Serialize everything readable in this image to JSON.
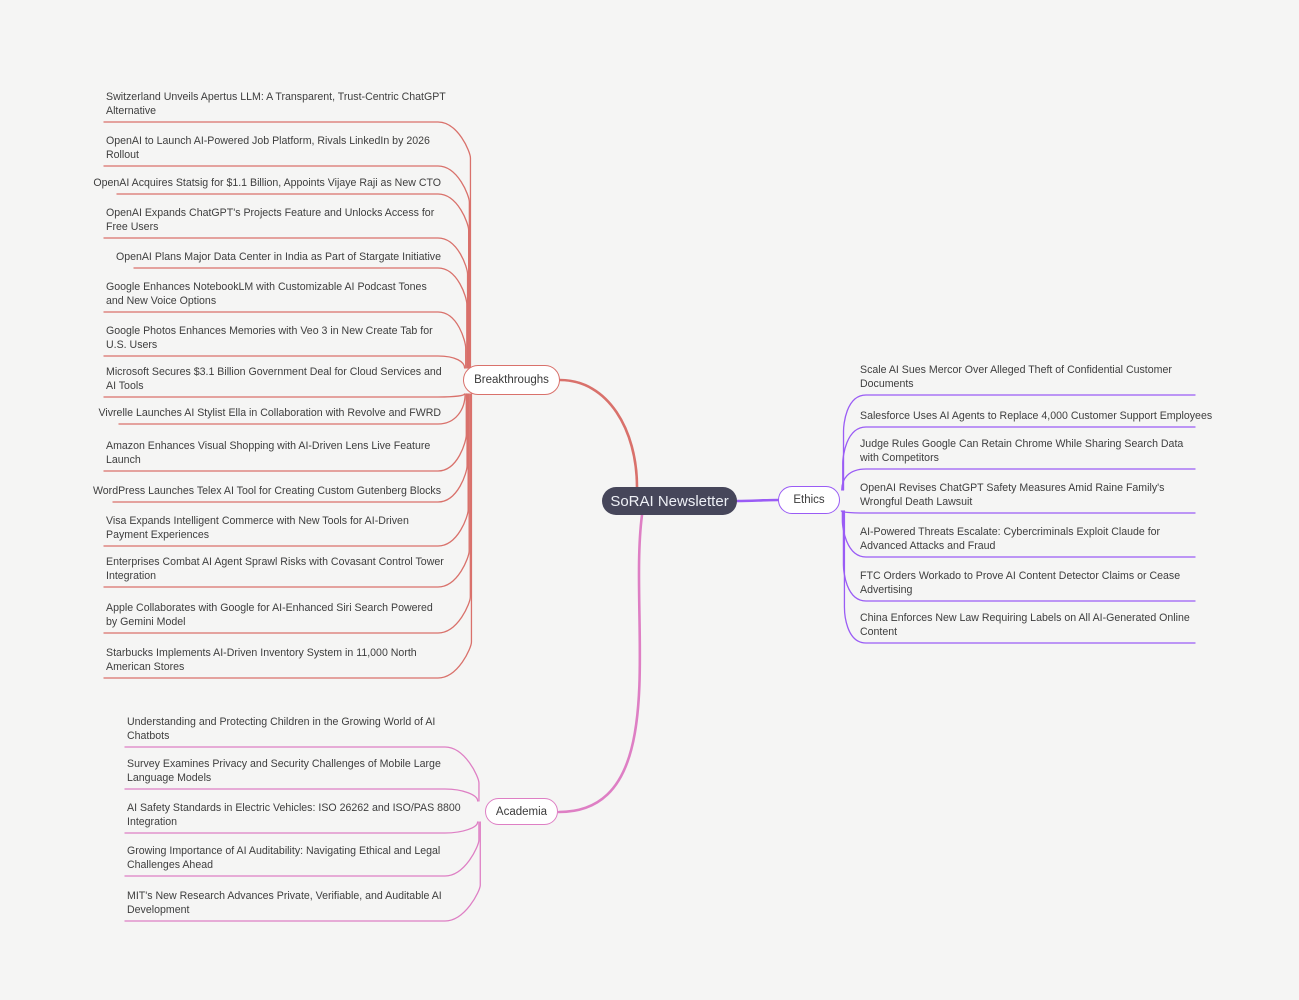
{
  "root": {
    "label": "SoRAI Newsletter"
  },
  "colors": {
    "background": "#f5f5f4",
    "root_fill": "#46465a",
    "root_text": "#eef0f6",
    "item_text": "#3e3e3e",
    "breakthroughs_accent": "#d9716b",
    "ethics_accent": "#9a5cf5",
    "academia_accent": "#de7fc4"
  },
  "branches": [
    {
      "label": "Breakthroughs",
      "color": "#d9716b",
      "side": "left",
      "items": [
        "Switzerland Unveils Apertus LLM: A Transparent, Trust-Centric ChatGPT Alternative",
        "OpenAI to Launch AI-Powered Job Platform, Rivals LinkedIn by 2026 Rollout",
        "OpenAI Acquires Statsig for $1.1 Billion, Appoints Vijaye Raji as New CTO",
        "OpenAI Expands ChatGPT's Projects Feature and Unlocks Access for Free Users",
        "OpenAI Plans Major Data Center in India as Part of Stargate Initiative",
        "Google Enhances NotebookLM with Customizable AI Podcast Tones and New Voice Options",
        "Google Photos Enhances Memories with Veo 3 in New Create Tab for U.S. Users",
        "Microsoft Secures $3.1 Billion Government Deal for Cloud Services and AI Tools",
        "Vivrelle Launches AI Stylist Ella in Collaboration with Revolve and FWRD",
        "Amazon Enhances Visual Shopping with AI-Driven Lens Live Feature Launch",
        "WordPress Launches Telex AI Tool for Creating Custom Gutenberg Blocks",
        "Visa Expands Intelligent Commerce with New Tools for AI-Driven Payment Experiences",
        "Enterprises Combat AI Agent Sprawl Risks with Covasant Control Tower Integration",
        "Apple Collaborates with Google for AI-Enhanced Siri Search Powered by Gemini Model",
        "Starbucks Implements AI-Driven Inventory System in 11,000 North American Stores"
      ]
    },
    {
      "label": "Ethics",
      "color": "#9a5cf5",
      "side": "right",
      "items": [
        "Scale AI Sues Mercor Over Alleged Theft of Confidential Customer Documents",
        "Salesforce Uses AI Agents to Replace 4,000 Customer Support Employees",
        "Judge Rules Google Can Retain Chrome While Sharing Search Data with Competitors",
        "OpenAI Revises ChatGPT Safety Measures Amid Raine Family's Wrongful Death Lawsuit",
        "AI-Powered Threats Escalate: Cybercriminals Exploit Claude for Advanced Attacks and Fraud",
        "FTC Orders Workado to Prove AI Content Detector Claims or Cease Advertising",
        "China Enforces New Law Requiring Labels on All AI-Generated Online Content"
      ]
    },
    {
      "label": "Academia",
      "color": "#de7fc4",
      "side": "left",
      "items": [
        "Understanding and Protecting Children in the Growing World of AI Chatbots",
        "Survey Examines Privacy and Security Challenges of Mobile Large Language Models",
        "AI Safety Standards in Electric Vehicles: ISO 26262 and ISO/PAS 8800 Integration",
        "Growing Importance of AI Auditability: Navigating Ethical and Legal Challenges Ahead",
        "MIT's New Research Advances Private, Verifiable, and Auditable AI Development"
      ]
    }
  ]
}
